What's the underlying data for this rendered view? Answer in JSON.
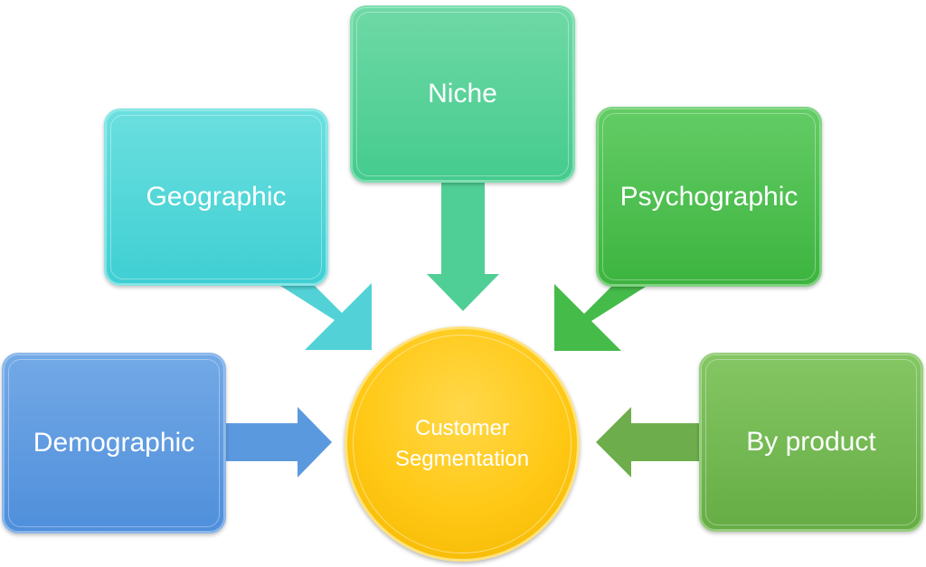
{
  "diagram": {
    "center": {
      "line1": "Customer",
      "line2": "Segmentation",
      "color": "#ffc814"
    },
    "nodes": {
      "niche": {
        "label": "Niche",
        "color": "#45cb8e"
      },
      "geographic": {
        "label": "Geographic",
        "color": "#3fcfd3"
      },
      "psychographic": {
        "label": "Psychographic",
        "color": "#3db43f"
      },
      "demographic": {
        "label": "Demographic",
        "color": "#4f8fdb"
      },
      "by_product": {
        "label": "By product",
        "color": "#66ad45"
      }
    },
    "edges": [
      {
        "from": "Niche",
        "to": "Customer Segmentation"
      },
      {
        "from": "Geographic",
        "to": "Customer Segmentation"
      },
      {
        "from": "Psychographic",
        "to": "Customer Segmentation"
      },
      {
        "from": "Demographic",
        "to": "Customer Segmentation"
      },
      {
        "from": "By product",
        "to": "Customer Segmentation"
      }
    ]
  }
}
